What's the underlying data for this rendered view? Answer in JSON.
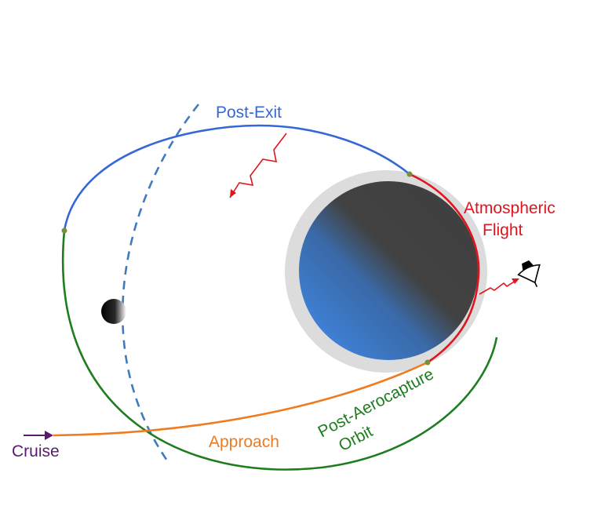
{
  "labels": {
    "post_exit": "Post-Exit",
    "atmospheric_line1": "Atmospheric",
    "atmospheric_line2": "Flight",
    "approach": "Approach",
    "post_aerocapture_line1": "Post-Aerocapture",
    "post_aerocapture_line2": "Orbit",
    "cruise": "Cruise"
  },
  "colors": {
    "post_exit": "#3568d4",
    "atmospheric": "#e0141e",
    "approach": "#f07a1e",
    "post_aerocapture": "#1e7d1e",
    "cruise": "#5a1a6e",
    "moon_orbit": "#3f7bbf",
    "atmosphere": "#dcdcdc",
    "planet_light": "#3f7fd4",
    "planet_dark": "#404040",
    "transition_point": "#7a8f3a"
  },
  "icons": {
    "planet": "planet-icon",
    "moon": "moon-icon",
    "ground_station": "ground-station-antenna-icon",
    "signal_link": "radio-signal-zigzag-icon"
  }
}
